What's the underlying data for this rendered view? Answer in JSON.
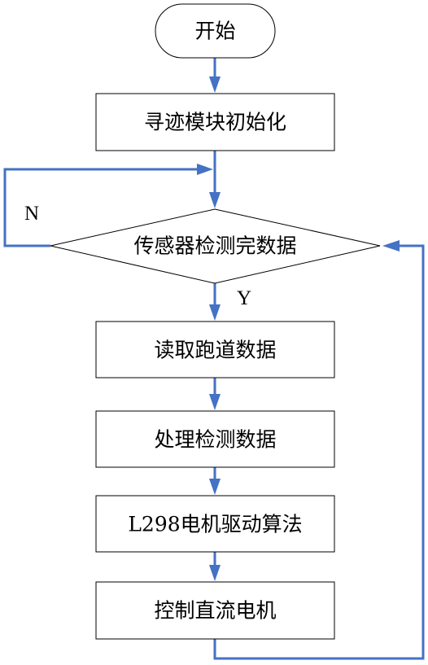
{
  "diagram": {
    "type": "flowchart",
    "nodes": {
      "start": {
        "shape": "terminator",
        "label": "开始"
      },
      "init": {
        "shape": "process",
        "label": "寻迹模块初始化"
      },
      "check": {
        "shape": "decision",
        "label": "传感器检测完数据"
      },
      "read": {
        "shape": "process",
        "label": "读取跑道数据"
      },
      "process": {
        "shape": "process",
        "label": "处理检测数据"
      },
      "algorithm": {
        "shape": "process",
        "label": "L298电机驱动算法"
      },
      "control": {
        "shape": "process",
        "label": "控制直流电机"
      }
    },
    "edges": [
      {
        "from": "start",
        "to": "init",
        "label": ""
      },
      {
        "from": "init",
        "to": "check",
        "label": ""
      },
      {
        "from": "check",
        "to": "read",
        "label": "Y"
      },
      {
        "from": "check",
        "to": "check",
        "label": "N"
      },
      {
        "from": "read",
        "to": "process",
        "label": ""
      },
      {
        "from": "process",
        "to": "algorithm",
        "label": ""
      },
      {
        "from": "algorithm",
        "to": "control",
        "label": ""
      },
      {
        "from": "control",
        "to": "check",
        "label": ""
      }
    ],
    "colors": {
      "connector": "#4472C4",
      "node_border": "#000000",
      "node_fill": "#ffffff"
    }
  }
}
